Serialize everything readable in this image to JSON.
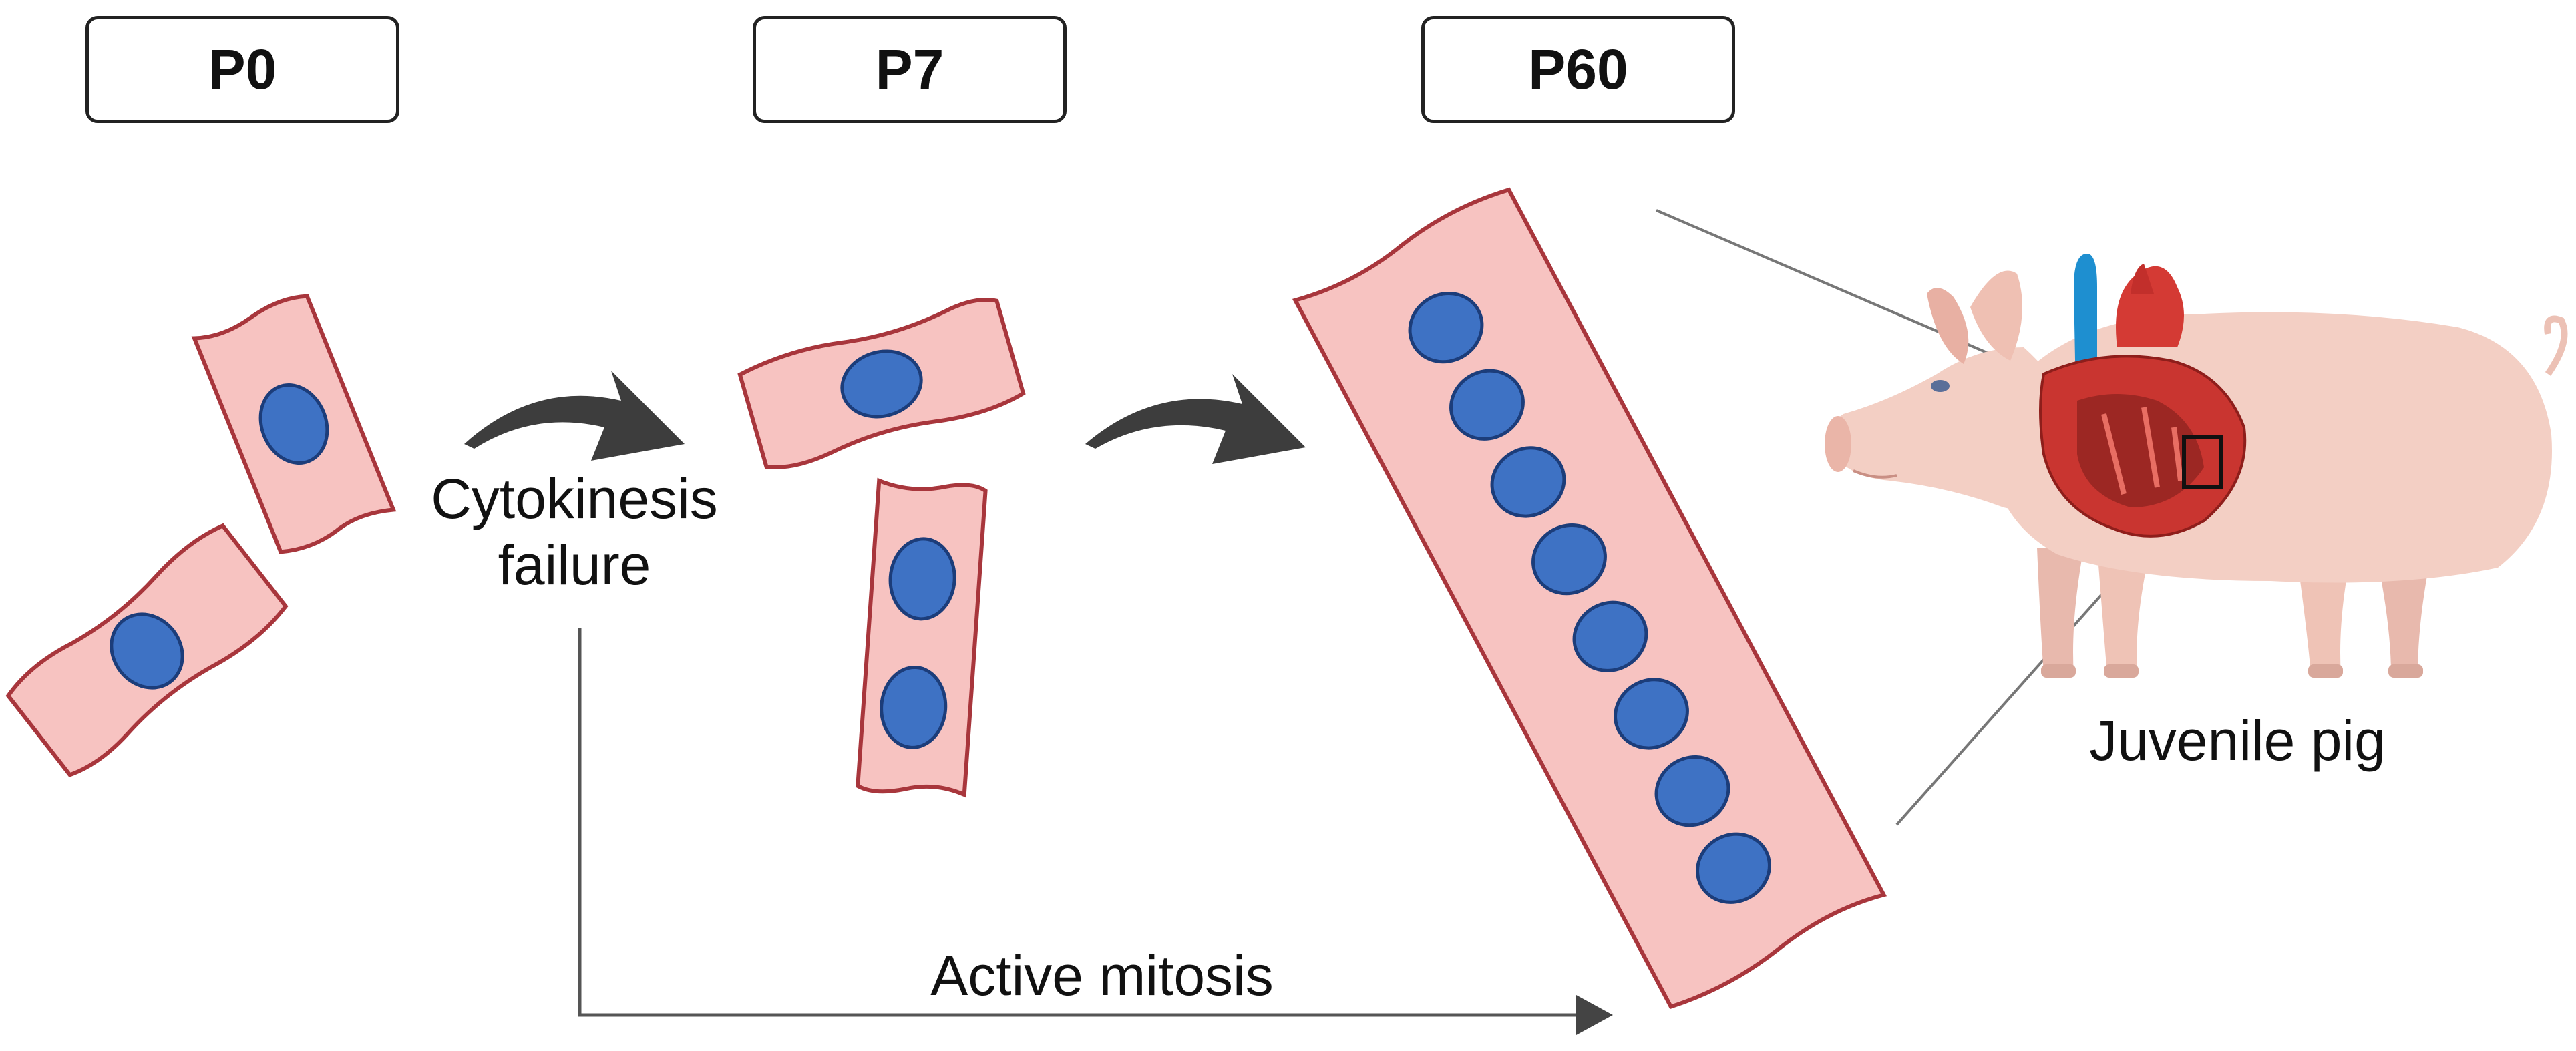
{
  "stages": [
    {
      "id": "p0",
      "label": "P0"
    },
    {
      "id": "p7",
      "label": "P7"
    },
    {
      "id": "p60",
      "label": "P60"
    }
  ],
  "arrows": {
    "cytokinesis_failure": {
      "line1": "Cytokinesis",
      "line2": "failure"
    },
    "active_mitosis": "Active mitosis"
  },
  "animal": {
    "label": "Juvenile pig"
  },
  "cells": {
    "p0": [
      {
        "nuclei": 1
      },
      {
        "nuclei": 1
      }
    ],
    "p7": [
      {
        "nuclei": 1
      },
      {
        "nuclei": 2
      }
    ],
    "p60": [
      {
        "nuclei": 8
      }
    ]
  },
  "colors": {
    "cell_fill": "#f7c3c1",
    "cell_stroke": "#a8363c",
    "nucleus_fill": "#3e72c4",
    "nucleus_stroke": "#1c3d7a",
    "arrow": "#3d3d3d",
    "pig_body": "#f3cfc4",
    "heart_red": "#d43a34",
    "vessel_blue": "#1e8fd0"
  }
}
